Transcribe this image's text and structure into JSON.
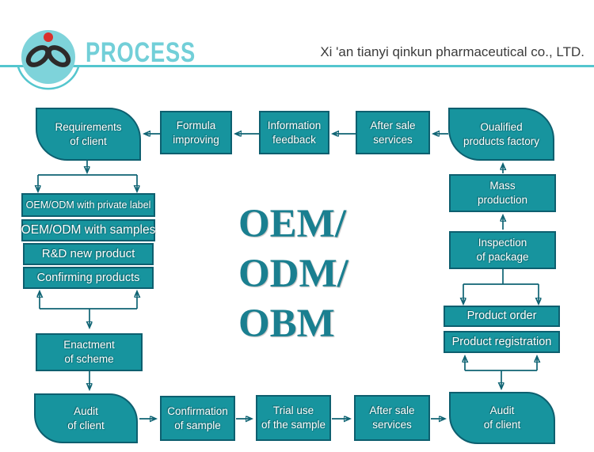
{
  "header": {
    "section_title": "PROCESS",
    "company_name": "Xi 'an tianyi qinkun pharmaceutical co., LTD.",
    "logo_icon": "teal-circle-leaves-logo"
  },
  "center_title": {
    "line1": "OEM/",
    "line2": "ODM/",
    "line3": "OBM"
  },
  "boxes": {
    "requirements": "Requirements\nof client",
    "formula": "Formula\nimproving",
    "information": "Information\nfeedback",
    "after_sale_top": "After sale\nservices",
    "qualified": "Oualified\nproducts factory",
    "private_label": "OEM/ODM with private label",
    "samples": "OEM/ODM with samples",
    "rd": "R&D new product",
    "confirming": "Confirming products",
    "enactment": "Enactment\nof scheme",
    "audit_left": "Audit\nof client",
    "confirmation": "Confirmation\nof sample",
    "trial": "Trial use\nof the sample",
    "after_sale_bottom": "After sale\nservices",
    "audit_right": "Audit\nof client",
    "mass": "Mass\nproduction",
    "inspection": "Inspection\nof package",
    "order": "Product order",
    "registration": "Product registration"
  },
  "connections": [
    {
      "from": "qualified",
      "to": "after_sale_top"
    },
    {
      "from": "after_sale_top",
      "to": "information"
    },
    {
      "from": "information",
      "to": "formula"
    },
    {
      "from": "formula",
      "to": "requirements"
    },
    {
      "from": "requirements",
      "to": "private_label"
    },
    {
      "from": "confirming_bracket",
      "to": "enactment"
    },
    {
      "from": "enactment",
      "to": "audit_left"
    },
    {
      "from": "audit_left",
      "to": "confirmation"
    },
    {
      "from": "confirmation",
      "to": "trial"
    },
    {
      "from": "trial",
      "to": "after_sale_bottom"
    },
    {
      "from": "after_sale_bottom",
      "to": "audit_right"
    },
    {
      "from": "registration_bracket",
      "to": "audit_right"
    },
    {
      "from": "inspection",
      "to": "order"
    },
    {
      "from": "inspection",
      "to": "mass"
    },
    {
      "from": "mass",
      "to": "qualified"
    }
  ],
  "colors": {
    "box_fill": "#17949e",
    "box_border": "#0d5f6f",
    "arrow": "#0e6373",
    "header_line": "#54c6ce",
    "logo_circle": "#7ed3da",
    "logo_dot": "#d9302c",
    "logo_leaves": "#2d2a2a",
    "process_title": "#72cfd8",
    "center_title": "#1a7f90",
    "company_text": "#3b3b3b"
  }
}
